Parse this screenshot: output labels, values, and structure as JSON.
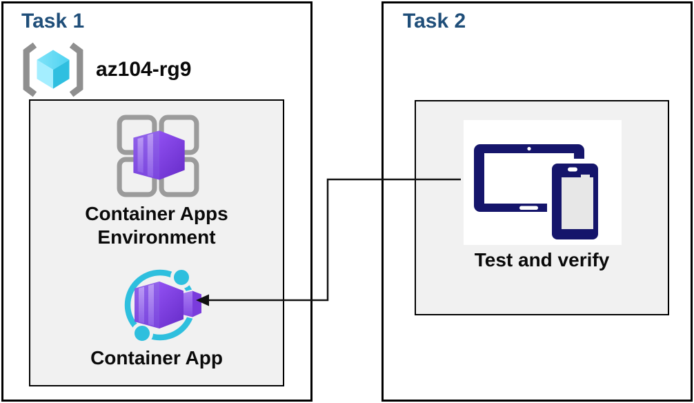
{
  "diagram": {
    "description": "Azure lab diagram with two task panels connected by an elbow arrow",
    "background": "#ffffff"
  },
  "tasks": [
    {
      "id": "task-1",
      "title": "Task 1",
      "resource_group": {
        "name": "az104-rg9",
        "icon": "resource-group-icon"
      },
      "nodes": [
        {
          "label": "Container Apps Environment",
          "icon": "container-apps-environment-icon"
        },
        {
          "label": "Container App",
          "icon": "container-app-icon"
        }
      ]
    },
    {
      "id": "task-2",
      "title": "Task 2",
      "nodes": [
        {
          "label": "Test and verify",
          "icon": "devices-icon"
        }
      ]
    }
  ],
  "connector": {
    "from": "devices-icon",
    "to": "container-app-icon",
    "shape": "elbow",
    "arrowhead": "left-pointing"
  },
  "colors": {
    "task_title": "#1F4E79",
    "outer_border": "#000000",
    "inner_box_bg": "#f1f1f1",
    "label_text": "#0a0a0a",
    "arrow": "#111111",
    "device_navy": "#15156B",
    "device_screen_gray": "#e7e7e7",
    "ring_cyan": "#2EBFDE",
    "container_purple": "#8A4FE8",
    "bracket_gray": "#8F8F8F",
    "cube_top": "#58D7F3",
    "cube_left": "#A4EEFF",
    "cube_right": "#2FBFE0"
  }
}
